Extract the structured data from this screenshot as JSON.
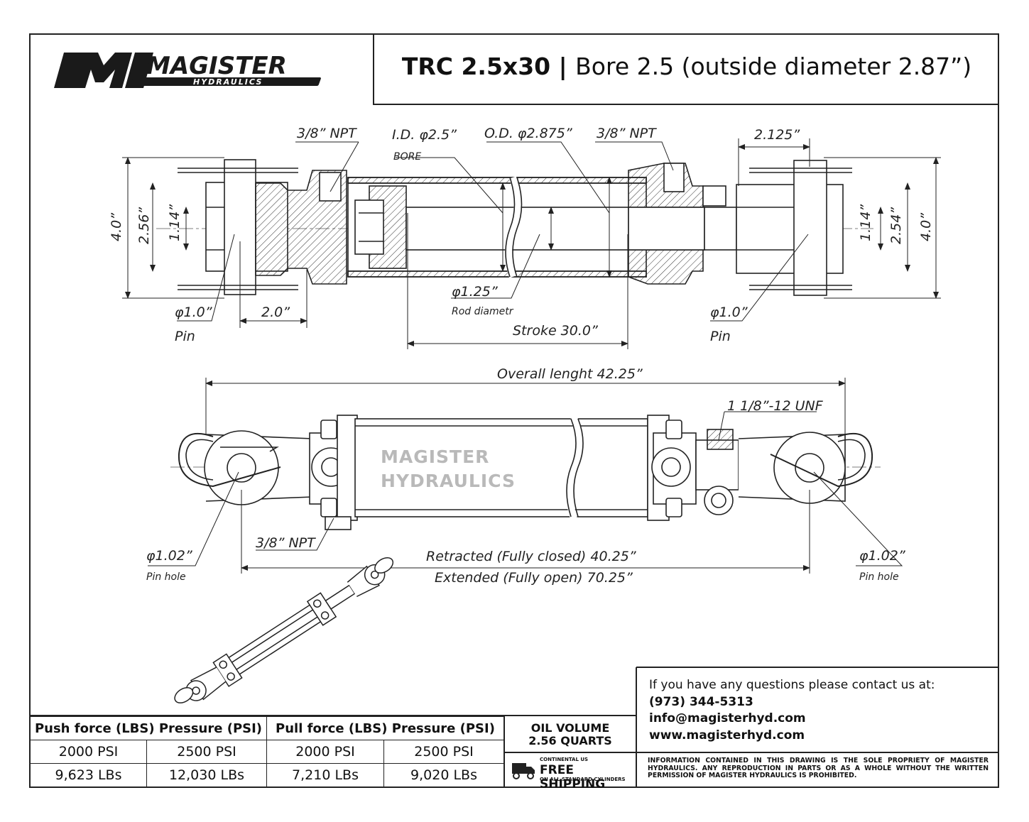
{
  "logo": {
    "brand": "MAGISTER",
    "sub": "HYDRAULICS"
  },
  "header": {
    "model": "TRC 2.5x30",
    "separator": " | ",
    "spec": "Bore 2.5  (outside diameter 2.87”)"
  },
  "top_view": {
    "npt_left": "3/8” NPT",
    "id_label": "I.D. φ2.5”",
    "bore": "BORE",
    "od_label": "O.D. φ2.875”",
    "npt_right": "3/8” NPT",
    "clevis_width": "2.125”",
    "left_h_outer": "4.0”",
    "left_h_mid": "2.56”",
    "left_h_inner": "1.14”",
    "right_h_inner": "1.14”",
    "right_h_mid": "2.54”",
    "right_h_outer": "4.0”",
    "pin_left_dia": "φ1.0”",
    "pin_left": "Pin",
    "pin_left_offset": "2.0”",
    "rod_dia": "φ1.25”",
    "rod_label": "Rod diametr",
    "stroke": "Stroke 30.0”",
    "pin_right_dia": "φ1.0”",
    "pin_right": "Pin"
  },
  "side_view": {
    "overall": "Overall lenght 42.25”",
    "thread": "1 1/8”-12 UNF",
    "watermark_1": "MAGISTER",
    "watermark_2": "HYDRAULICS",
    "pinhole_left_dia": "φ1.02”",
    "pinhole_left": "Pin hole",
    "npt": "3/8” NPT",
    "retracted": "Retracted (Fully closed) 40.25”",
    "extended": "Extended (Fully open) 70.25”",
    "pinhole_right_dia": "φ1.02”",
    "pinhole_right": "Pin hole"
  },
  "table": {
    "push_header": "Push force (LBS) Pressure (PSI)",
    "pull_header": "Pull force (LBS) Pressure (PSI)",
    "rows": [
      [
        "2000 PSI",
        "2500 PSI",
        "2000 PSI",
        "2500 PSI"
      ],
      [
        "9,623 LBs",
        "12,030 LBs",
        "7,210 LBs",
        "9,020 LBs"
      ]
    ]
  },
  "oil": {
    "line1": "OIL VOLUME",
    "line2": "2.56 QUARTS"
  },
  "shipping": {
    "top": "CONTINENTAL US",
    "main": "FREE SHIPPING",
    "bottom": "ON ALL STANDARD CYLINDERS"
  },
  "contact": {
    "intro": "If you have any questions please contact us at:",
    "phone": "(973) 344-5313",
    "email": "info@magisterhyd.com",
    "web": "www.magisterhyd.com"
  },
  "legal": "INFORMATION CONTAINED IN THIS DRAWING IS THE SOLE PROPRIETY OF MAGISTER HYDRAULICS. ANY REPRODUCTION IN PARTS OR AS A WHOLE WITHOUT THE WRITTEN PERMISSION OF MAGISTER HYDRAULICS IS PROHIBITED."
}
